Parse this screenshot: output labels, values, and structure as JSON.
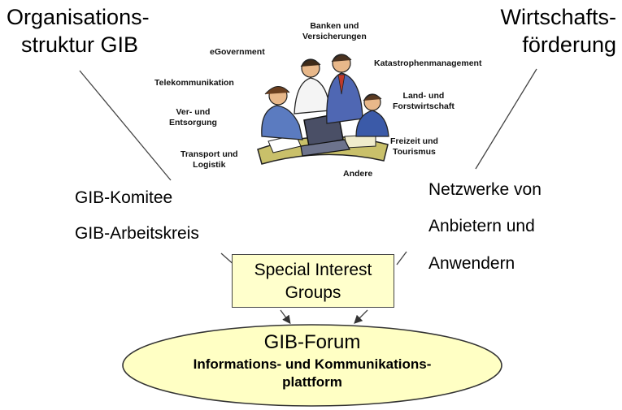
{
  "left_title": [
    "Organisations-",
    "struktur GIB"
  ],
  "right_title": [
    "Wirtschafts-",
    "förderung"
  ],
  "sectors": {
    "egov": "eGovernment",
    "banken": [
      "Banken und",
      "Versicherungen"
    ],
    "katastrophen": "Katastrophenmanagement",
    "telekom": "Telekommunikation",
    "land": [
      "Land- und",
      "Forstwirtschaft"
    ],
    "ver": [
      "Ver- und",
      "Entsorgung"
    ],
    "freizeit": [
      "Freizeit und",
      "Tourismus"
    ],
    "transport": [
      "Transport und",
      "Logistik"
    ],
    "andere": "Andere"
  },
  "left_items": [
    "GIB-Komitee",
    "GIB-Arbeitskreis"
  ],
  "right_items": [
    "Netzwerke von",
    "Anbietern und",
    "Anwendern"
  ],
  "sig_box": [
    "Special Interest",
    "Groups"
  ],
  "forum": {
    "title": "GIB-Forum",
    "subtitle": [
      "Informations- und Kommunikations-",
      "plattform"
    ]
  },
  "illustration": {
    "description_icon": "business-people-clipart-icon"
  },
  "colors": {
    "box_fill": "#ffffcc",
    "forum_fill": "#ffffc4",
    "line": "#444444"
  }
}
